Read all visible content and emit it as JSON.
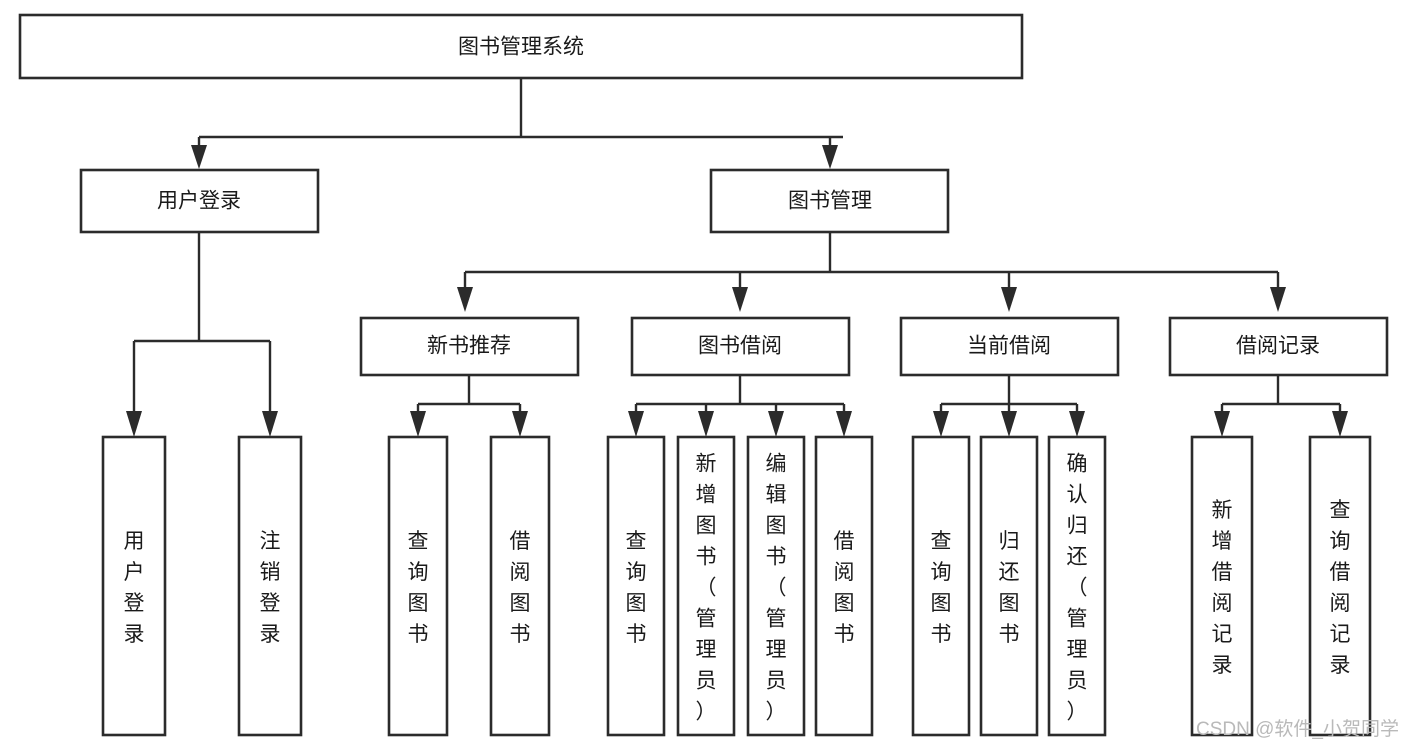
{
  "diagram": {
    "title": "图书管理系统",
    "type": "hierarchy-tree",
    "root": {
      "id": "root",
      "label": "图书管理系统",
      "orientation": "horizontal"
    },
    "level2": [
      {
        "id": "user-login",
        "label": "用户登录",
        "orientation": "horizontal"
      },
      {
        "id": "book-manage",
        "label": "图书管理",
        "orientation": "horizontal"
      }
    ],
    "level3": [
      {
        "id": "new-book-recommend",
        "label": "新书推荐",
        "orientation": "horizontal",
        "parent": "book-manage"
      },
      {
        "id": "book-borrow",
        "label": "图书借阅",
        "orientation": "horizontal",
        "parent": "book-manage"
      },
      {
        "id": "current-borrow",
        "label": "当前借阅",
        "orientation": "horizontal",
        "parent": "book-manage"
      },
      {
        "id": "borrow-record",
        "label": "借阅记录",
        "orientation": "horizontal",
        "parent": "book-manage"
      }
    ],
    "leaves": [
      {
        "id": "leaf-user-login",
        "label": "用户登录",
        "parent": "user-login",
        "orientation": "vertical"
      },
      {
        "id": "leaf-user-logout",
        "label": "注销登录",
        "parent": "user-login",
        "orientation": "vertical"
      },
      {
        "id": "leaf-query-book-1",
        "label": "查询图书",
        "parent": "new-book-recommend",
        "orientation": "vertical"
      },
      {
        "id": "leaf-borrow-book-1",
        "label": "借阅图书",
        "parent": "new-book-recommend",
        "orientation": "vertical"
      },
      {
        "id": "leaf-query-book-2",
        "label": "查询图书",
        "parent": "book-borrow",
        "orientation": "vertical"
      },
      {
        "id": "leaf-add-book",
        "label": "新增图书（管理员）",
        "parent": "book-borrow",
        "orientation": "vertical"
      },
      {
        "id": "leaf-edit-book",
        "label": "编辑图书（管理员）",
        "parent": "book-borrow",
        "orientation": "vertical"
      },
      {
        "id": "leaf-borrow-book-2",
        "label": "借阅图书",
        "parent": "book-borrow",
        "orientation": "vertical"
      },
      {
        "id": "leaf-query-book-3",
        "label": "查询图书",
        "parent": "current-borrow",
        "orientation": "vertical"
      },
      {
        "id": "leaf-return-book",
        "label": "归还图书",
        "parent": "current-borrow",
        "orientation": "vertical"
      },
      {
        "id": "leaf-confirm-return",
        "label": "确认归还（管理员）",
        "parent": "current-borrow",
        "orientation": "vertical"
      },
      {
        "id": "leaf-add-record",
        "label": "新增借阅记录",
        "parent": "borrow-record",
        "orientation": "vertical"
      },
      {
        "id": "leaf-query-record",
        "label": "查询借阅记录",
        "parent": "borrow-record",
        "orientation": "vertical"
      }
    ],
    "colors": {
      "box_fill": "#ffffff",
      "box_stroke": "#2b2b2b",
      "text": "#1a1a1a",
      "background": "#ffffff",
      "watermark": "#b9b9b9"
    }
  },
  "watermark": {
    "text": "CSDN @软件_小贺同学"
  }
}
